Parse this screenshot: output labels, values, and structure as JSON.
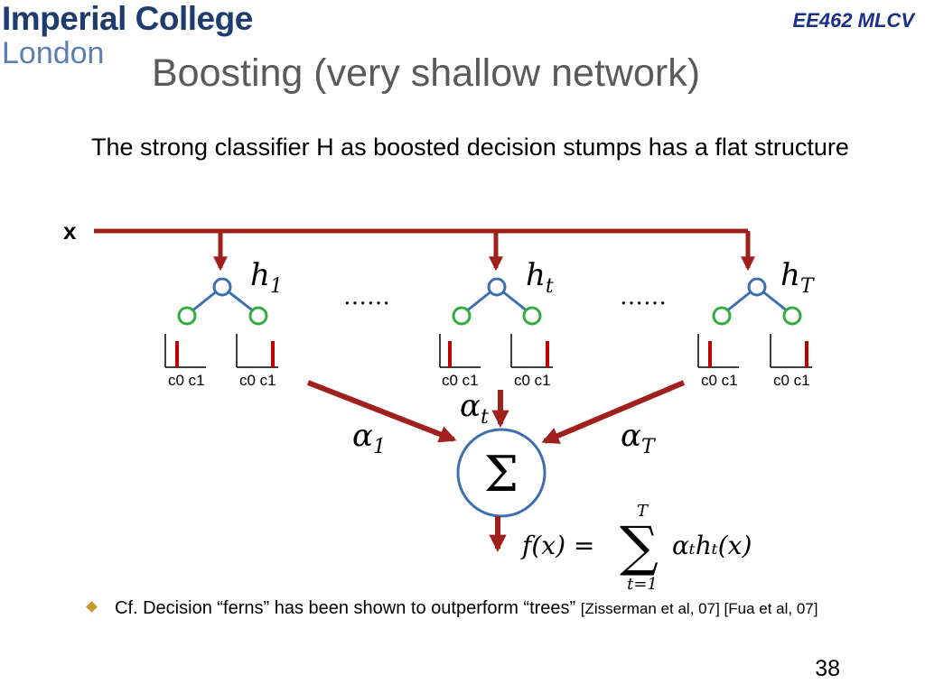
{
  "header": {
    "logo_line1": "Imperial College",
    "logo_line2": "London",
    "course": "EE462 MLCV"
  },
  "slide": {
    "title": "Boosting (very shallow network)",
    "subtitle": "The strong classifier H as boosted decision stumps has a flat structure",
    "page_number": "38"
  },
  "diagram": {
    "input_label": "x",
    "stumps": [
      {
        "label": "h",
        "subscript": "1",
        "bin_labels": [
          "c0 c1",
          "c0 c1"
        ],
        "weight": "α",
        "weight_subscript": "1"
      },
      {
        "label": "h",
        "subscript": "t",
        "bin_labels": [
          "c0 c1",
          "c0 c1"
        ],
        "weight": "α",
        "weight_subscript": "t"
      },
      {
        "label": "h",
        "subscript": "T",
        "bin_labels": [
          "c0 c1",
          "c0 c1"
        ],
        "weight": "α",
        "weight_subscript": "T"
      }
    ],
    "ellipsis": "……",
    "sum_symbol": "Σ",
    "formula": {
      "lhs": "f(x) =",
      "sum": "∑",
      "upper": "T",
      "lower": "t=1",
      "rhs": "αₜhₜ(x)"
    }
  },
  "bullet": {
    "text": "Cf. Decision “ferns” has been shown to outperform “trees”",
    "refs": "[Zisserman et al, 07] [Fua et al, 07]"
  },
  "colors": {
    "arrow": "#a0201e",
    "node_root": "#3d6fb0",
    "node_leaf": "#2fae3f",
    "title": "#5a5a5a",
    "course": "#1c2f86",
    "logo": "#1f3c6e"
  }
}
